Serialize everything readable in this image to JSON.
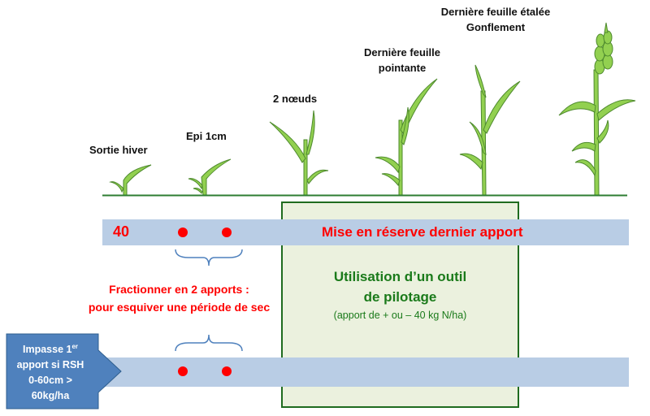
{
  "stages": [
    {
      "id": "sortie-hiver",
      "lines": [
        "Sortie hiver"
      ]
    },
    {
      "id": "epi-1cm",
      "lines": [
        "Epi 1cm"
      ]
    },
    {
      "id": "2-noeuds",
      "lines": [
        "2 nœuds"
      ]
    },
    {
      "id": "derniere-feuille-pointante",
      "lines": [
        "Dernière feuille",
        "pointante"
      ]
    },
    {
      "id": "derniere-feuille-etalee",
      "lines": [
        "Dernière feuille étalée",
        "Gonflement"
      ]
    }
  ],
  "top_band": {
    "first_dose": "40",
    "reserve_text": "Mise en réserve dernier apport"
  },
  "split_note": {
    "line1": "Fractionner en 2 apports :",
    "line2": "pour esquiver une période de sec"
  },
  "pilot_box": {
    "line1": "Utilisation d’un outil",
    "line2": "de pilotage",
    "sub": "(apport de + ou – 40 kg N/ha)"
  },
  "arrow_box": {
    "line1_prefix": "Impasse 1",
    "line1_sup": "er",
    "line2": "apport si RSH",
    "line3": "0-60cm >",
    "line4": "60kg/ha"
  },
  "colors": {
    "band": "#b9cde5",
    "dot": "#ff0000",
    "plant": "#92d050",
    "plant_edge": "#4e8a2e",
    "ground": "#2e7d32",
    "pilot_border": "#1f6b1f",
    "pilot_fill": "#ebf1de",
    "arrow": "#4f81bd",
    "brace": "#4f81bd"
  }
}
